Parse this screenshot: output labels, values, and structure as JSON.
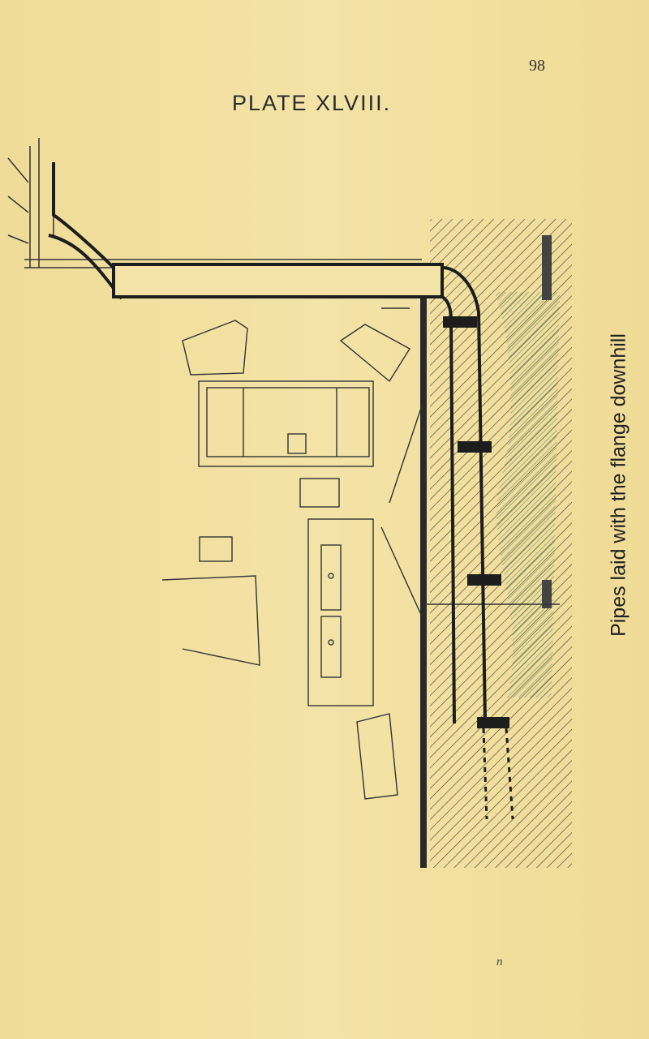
{
  "page": {
    "number": "98",
    "plate_title": "PLATE XLVIII.",
    "caption": "Pipes laid with the flange downhill",
    "signature_mark": "n"
  },
  "colors": {
    "paper": "#f0df9e",
    "ink": "#2a2a2a",
    "soil_wash": "#7fb49a"
  },
  "illustration": {
    "subject": "basement-drain-pipe-section",
    "icons": [
      "pipe-icon",
      "hatched-soil-icon",
      "furniture-icon"
    ]
  }
}
